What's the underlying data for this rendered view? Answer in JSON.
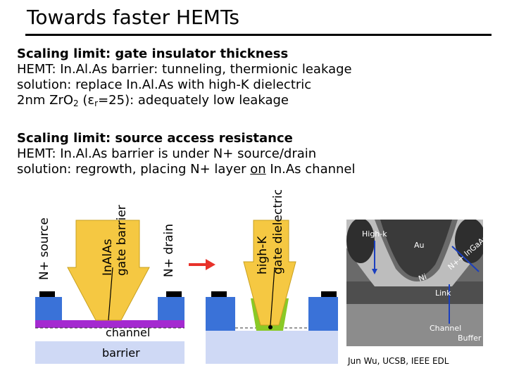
{
  "title": "Towards faster HEMTs",
  "section1": {
    "heading": "Scaling limit: gate insulator thickness",
    "line1": "HEMT: In.Al.As barrier: tunneling, thermionic leakage",
    "line2": "solution: replace In.Al.As with high-K dielectric",
    "line3_pre": "2nm ZrO",
    "line3_sub": "2",
    "line3_mid": " (ε",
    "line3_r": "r",
    "line3_post": "=25): adequately low leakage"
  },
  "section2": {
    "heading": "Scaling limit: source access resistance",
    "line1": "HEMT: In.Al.As barrier is under N+ source/drain",
    "line2_pre": "solution: regrowth, placing N+  layer ",
    "line2_underline": "on",
    "line2_post": " In.As channel"
  },
  "diagram": {
    "label_source": "N+ source",
    "label_gate_barrier_1": "InAlAs",
    "label_gate_barrier_2": "gate barrier",
    "label_drain": "N+ drain",
    "label_highk_1": "high-K",
    "label_highk_2": "gate dielectric",
    "label_channel": "channel",
    "label_barrier": "barrier"
  },
  "tem": {
    "label_highk": "High-k",
    "label_au": "Au",
    "label_nplus": "N++ InGaAs",
    "label_ni": "Ni",
    "label_link": "Link",
    "label_channel": "Channel",
    "label_buffer": "Buffer",
    "caption": "Jun Wu, UCSB, IEEE EDL"
  },
  "colors": {
    "gold": "#f5c842",
    "blue": "#3a72d8",
    "purple": "#a42ad0",
    "lightblue": "#cfd9f5",
    "green": "#8ac926",
    "arrow": "#e8322a"
  }
}
